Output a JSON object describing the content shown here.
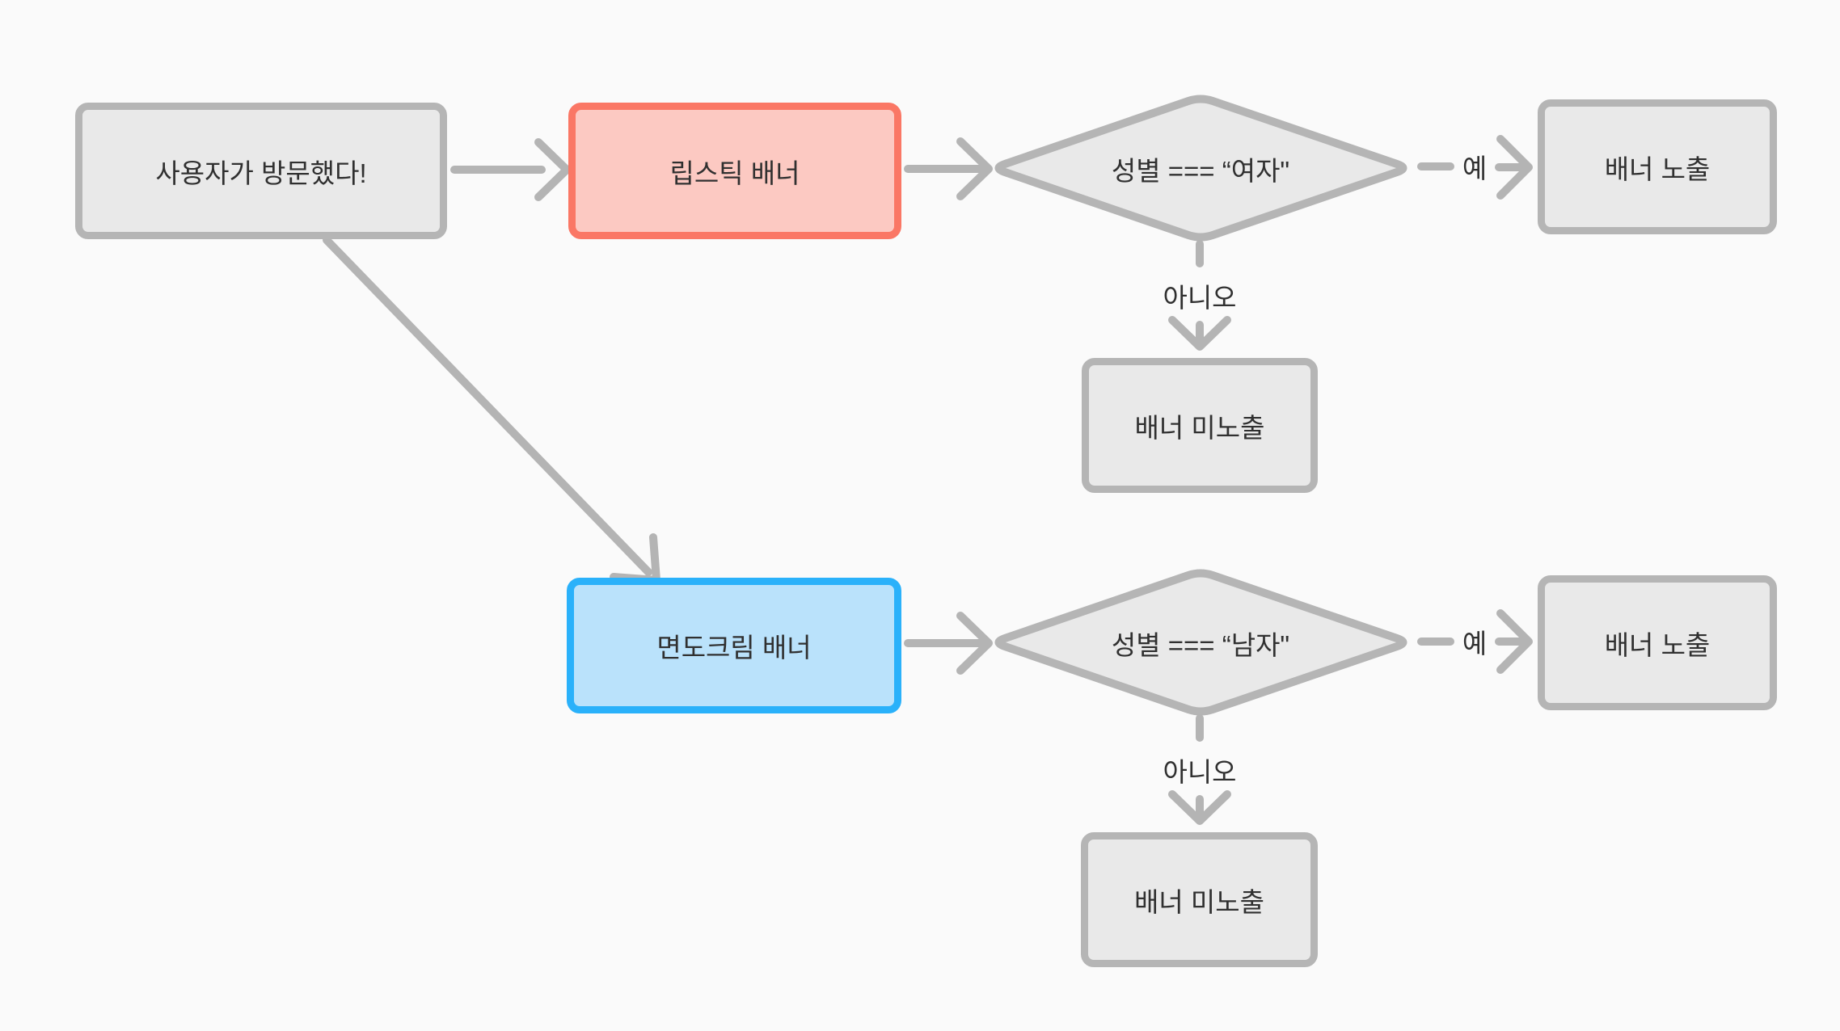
{
  "diagram_title": "banner-exposure-flowchart",
  "colors": {
    "background": "#fafafa",
    "edge": "#b4b4b4",
    "node_border": "#b5b5b5",
    "node_fill": "#e9e9e9",
    "lipstick_border": "#fa7765",
    "lipstick_fill": "#fcc9c2",
    "shaving_border": "#2ab1fa",
    "shaving_fill": "#bae2fb",
    "text": "#303030"
  },
  "nodes": {
    "start": {
      "label": "사용자가 방문했다!"
    },
    "lipstick": {
      "label": "립스틱 배너"
    },
    "decision_female": {
      "label": "성별 === “여자\""
    },
    "banner_show_1": {
      "label": "배너 노출"
    },
    "banner_hide_1": {
      "label": "배너 미노출"
    },
    "shaving": {
      "label": "면도크림 배너"
    },
    "decision_male": {
      "label": "성별 === “남자\""
    },
    "banner_show_2": {
      "label": "배너 노출"
    },
    "banner_hide_2": {
      "label": "배너 미노출"
    }
  },
  "edge_labels": {
    "yes_1": "예",
    "no_1": "아니오",
    "yes_2": "예",
    "no_2": "아니오"
  }
}
